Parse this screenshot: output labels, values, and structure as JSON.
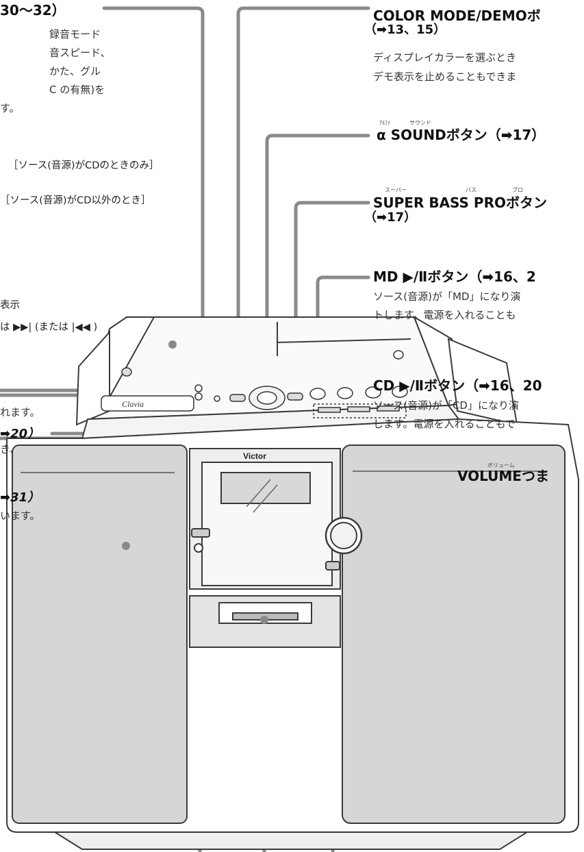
{
  "labels": {
    "tl_head": "30〜32）",
    "tl_body": [
      "録音モード",
      "音スピード、",
      "かた、グル",
      "C の有無)を",
      "す。"
    ],
    "left_note1": "［ソース(音源)がCDのときのみ］",
    "left_note2": "［ソース(音源)がCD以外のとき］",
    "left_disp1": "表示",
    "left_disp2": "は ▶▶| (または |◀◀ )",
    "left_open": "れます。",
    "left_ref20": "➡20）",
    "left_ki": "き、",
    "left_ref31": "➡31）",
    "left_imasu": "います。",
    "color_head": "COLOR MODE/DEMOボ",
    "color_ref": "（➡13、15）",
    "color_body1": "ディスプレイカラーを選ぶとき",
    "color_body2": "デモ表示を止めることもできま",
    "alpha_head": "α SOUNDボタン（➡17）",
    "alpha_ruby1": "ｱﾙﾌｧ",
    "alpha_ruby2": "サウンド",
    "bass_head": "SUPER BASS PROボタン",
    "bass_ref": "（➡17）",
    "bass_ruby1": "スーパー",
    "bass_ruby2": "バス",
    "bass_ruby3": "プロ",
    "md_head": "MD ▶/Ⅱボタン（➡16、2",
    "md_body1": "ソース(音源)が「MD」になり演",
    "md_body2": "トします。電源を入れることも",
    "cd_head": "CD ▶/Ⅱボタン（➡16、20",
    "cd_body1": "ソース(音源)が「CD」になり演",
    "cd_body2": "します。電源を入れることもで",
    "vol_head": "VOLUMEつま",
    "vol_ruby": "ボリューム",
    "brand": "Victor",
    "model": "Clavia"
  },
  "colors": {
    "leader": "#8a8a8a",
    "device_outline": "#3a3a3a",
    "panel_fill": "#e4e4e4",
    "speaker_fill": "#d6d6d6"
  }
}
